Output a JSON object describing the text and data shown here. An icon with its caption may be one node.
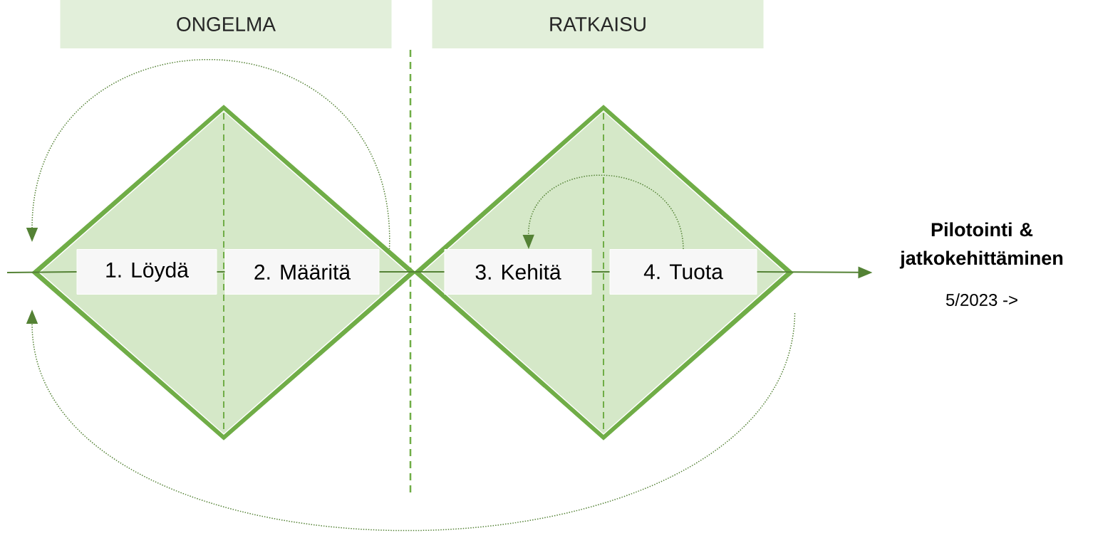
{
  "diagram": {
    "nodes": [
      {
        "text": [
          "ONGELMA"
        ]
      },
      {
        "text": [
          "RATKAISU"
        ]
      },
      {
        "text": [],
        "shape": "diamond"
      },
      {
        "text": [],
        "shape": "diamond"
      },
      {
        "text": [
          "1. Löydä"
        ],
        "in": 2
      },
      {
        "text": [
          "2. Määritä"
        ],
        "in": 2
      },
      {
        "text": [
          "3. Kehitä"
        ],
        "in": 3
      },
      {
        "text": [
          "4. Tuota"
        ],
        "in": 3
      },
      {
        "text": [
          "Pilotointi & jatkokehittäminen"
        ],
        "beside": [
          "5/2023 ->"
        ]
      }
    ],
    "edges": [
      {
        "from": null,
        "to": 4,
        "arrow": "none"
      },
      {
        "from": 4,
        "to": 5,
        "arrow": "none"
      },
      {
        "from": 5,
        "to": 6,
        "arrow": "none"
      },
      {
        "from": 6,
        "to": 7,
        "arrow": "none"
      },
      {
        "from": 7,
        "to": 8,
        "arrow": "to"
      },
      {
        "from": 5,
        "to": null,
        "arrow": "to",
        "style": "dashed"
      },
      {
        "from": 7,
        "to": 6,
        "arrow": "to",
        "style": "dashed"
      },
      {
        "from": 3,
        "to": null,
        "arrow": "to",
        "style": "dashed"
      }
    ]
  }
}
